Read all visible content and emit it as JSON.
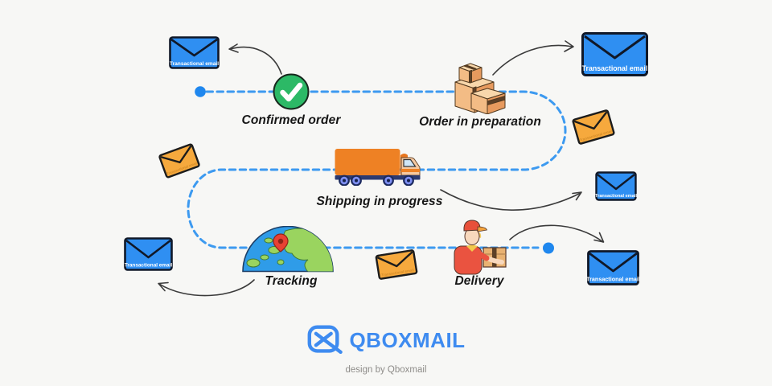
{
  "diagram": {
    "stages": [
      {
        "label": "Confirmed order"
      },
      {
        "label": "Order in preparation"
      },
      {
        "label": "Shipping in progress"
      },
      {
        "label": "Tracking"
      },
      {
        "label": "Delivery"
      }
    ],
    "email_label": "Transactional email",
    "colors": {
      "background": "#f7f7f5",
      "envelope_blue": "#2f8ff2",
      "envelope_orange": "#f6a93d",
      "dash_blue": "#3d9af0",
      "dot_blue": "#1f87ee",
      "check_green": "#2cb966",
      "truck_orange": "#ee8124",
      "cardboard": "#f0b97e",
      "logo_blue": "#3e8bf0"
    },
    "icons": [
      "envelope-icon",
      "check-icon",
      "package-boxes-icon",
      "truck-icon",
      "globe-pin-icon",
      "courier-icon",
      "path-start-dot",
      "path-end-dot",
      "qboxmail-logo-icon"
    ]
  },
  "footer": {
    "logo_text": "QBOXMAIL",
    "credit": "design by Qboxmail"
  }
}
